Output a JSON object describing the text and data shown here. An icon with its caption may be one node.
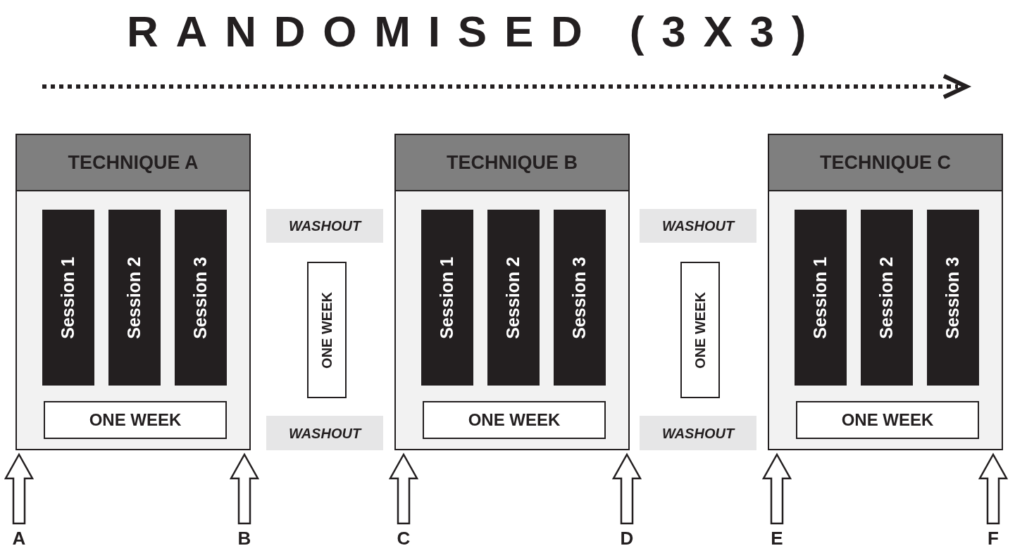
{
  "diagram": {
    "title": "RANDOMISED (3X3)",
    "nodes": [
      {
        "text": [
          "TECHNIQUE A"
        ]
      },
      {
        "text": [
          "Session 1"
        ],
        "in": 0
      },
      {
        "text": [
          "Session 2"
        ],
        "in": 0
      },
      {
        "text": [
          "Session 3"
        ],
        "in": 0
      },
      {
        "text": [
          "ONE WEEK"
        ],
        "in": 0
      },
      {
        "text": [
          "WASHOUT"
        ]
      },
      {
        "text": [
          "ONE WEEK"
        ]
      },
      {
        "text": [
          "WASHOUT"
        ]
      },
      {
        "text": [
          "TECHNIQUE B"
        ]
      },
      {
        "text": [
          "Session 1"
        ],
        "in": 8
      },
      {
        "text": [
          "Session 2"
        ],
        "in": 8
      },
      {
        "text": [
          "Session 3"
        ],
        "in": 8
      },
      {
        "text": [
          "ONE WEEK"
        ],
        "in": 8
      },
      {
        "text": [
          "WASHOUT"
        ]
      },
      {
        "text": [
          "ONE WEEK"
        ]
      },
      {
        "text": [
          "WASHOUT"
        ]
      },
      {
        "text": [
          "TECHNIQUE C"
        ]
      },
      {
        "text": [
          "Session 1"
        ],
        "in": 16
      },
      {
        "text": [
          "Session 2"
        ],
        "in": 16
      },
      {
        "text": [
          "Session 3"
        ],
        "in": 16
      },
      {
        "text": [
          "ONE WEEK"
        ],
        "in": 16
      },
      {
        "text": [
          "A"
        ]
      },
      {
        "text": [
          "B"
        ]
      },
      {
        "text": [
          "C"
        ]
      },
      {
        "text": [
          "D"
        ]
      },
      {
        "text": [
          "E"
        ]
      },
      {
        "text": [
          "F"
        ]
      }
    ],
    "edges": [
      {
        "from": 21,
        "to": 0,
        "arrow": "to",
        "style": "thick"
      },
      {
        "from": 22,
        "to": 0,
        "arrow": "to",
        "style": "thick"
      },
      {
        "from": 23,
        "to": 8,
        "arrow": "to",
        "style": "thick"
      },
      {
        "from": 24,
        "to": 8,
        "arrow": "to",
        "style": "thick"
      },
      {
        "from": 25,
        "to": 16,
        "arrow": "to",
        "style": "thick"
      },
      {
        "from": 26,
        "to": 16,
        "arrow": "to",
        "style": "thick"
      }
    ]
  }
}
